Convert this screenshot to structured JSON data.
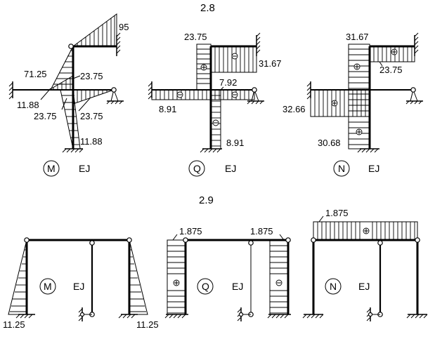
{
  "problems": [
    {
      "number": "2.8",
      "panels": [
        {
          "diagram": "M",
          "stiffness": "EJ",
          "values": [
            "95",
            "71.25",
            "23.75",
            "11.88",
            "23.75",
            "23.75",
            "11.88"
          ]
        },
        {
          "diagram": "Q",
          "stiffness": "EJ",
          "values": [
            "23.75",
            "31.67",
            "7.92",
            "8.91",
            "8.91"
          ],
          "signs": [
            "-",
            "+",
            "-",
            "-",
            "-"
          ]
        },
        {
          "diagram": "N",
          "stiffness": "EJ",
          "values": [
            "31.67",
            "23.75",
            "32.66",
            "30.68"
          ],
          "signs": [
            "+",
            "+",
            "+",
            "+"
          ]
        }
      ]
    },
    {
      "number": "2.9",
      "panels": [
        {
          "diagram": "M",
          "stiffness": "EJ",
          "values": [
            "11.25",
            "11.25"
          ]
        },
        {
          "diagram": "Q",
          "stiffness": "EJ",
          "values": [
            "1.875",
            "1.875"
          ],
          "signs": [
            "+",
            "-"
          ]
        },
        {
          "diagram": "N",
          "stiffness": "EJ",
          "values": [
            "1.875"
          ],
          "signs": [
            "+"
          ]
        }
      ]
    }
  ]
}
